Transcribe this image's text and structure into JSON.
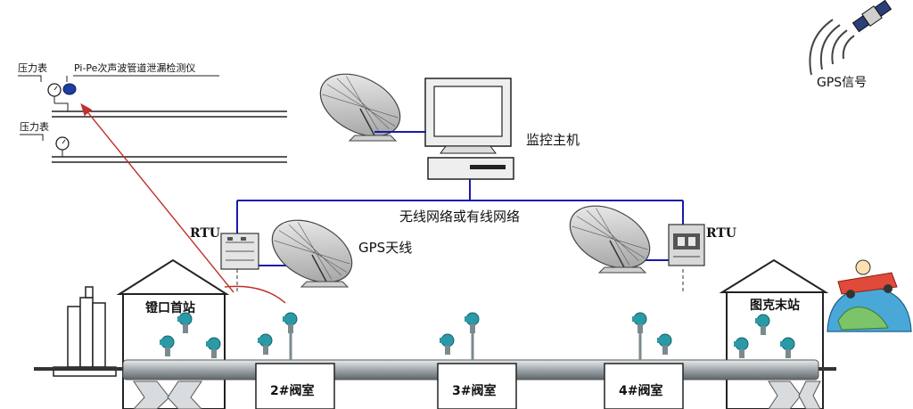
{
  "labels": {
    "pressure_gauge_1": "压力表",
    "detector": "Pi-Pe次声波管道泄漏检测仪",
    "pressure_gauge_2": "压力表",
    "gps_signal": "GPS信号",
    "monitor_host": "监控主机",
    "network": "无线网络或有线网络",
    "rtu_left": "RTU",
    "rtu_right": "RTU",
    "gps_antenna": "GPS天线",
    "station_left": "镫口首站",
    "station_right": "图克末站",
    "valve_2": "2#阀室",
    "valve_3": "3#阀室",
    "valve_4": "4#阀室"
  },
  "colors": {
    "network_line": "#1a1aa8",
    "pointer_arrow": "#c0302a",
    "pipe": "#8d9498",
    "transmitter": "#2a9aa6"
  }
}
